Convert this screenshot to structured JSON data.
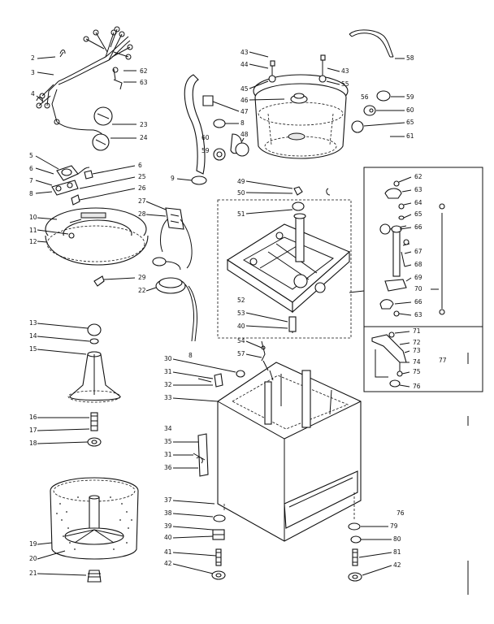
{
  "labels": {
    "l2": "2",
    "l3": "3",
    "l4": "4",
    "l62a": "62",
    "l63a": "63",
    "l23": "23",
    "l24": "24",
    "l43a": "43",
    "l44": "44",
    "l45": "45",
    "l46": "46",
    "l43b": "43",
    "l55": "55",
    "l56": "56",
    "l58": "58",
    "l59": "59",
    "l60": "60",
    "l65a": "65",
    "l61": "61",
    "l47": "47",
    "l48": "48",
    "l8a": "8",
    "l9": "9",
    "l5": "5",
    "l6": "6",
    "l7": "7",
    "l8b": "8",
    "l6b": "6",
    "l25": "25",
    "l26": "26",
    "l27": "27",
    "l28": "28",
    "l10": "10",
    "l11": "11",
    "l12": "12",
    "l29": "29",
    "l22": "22",
    "l49": "49",
    "l50": "50",
    "l51": "51",
    "l52": "52",
    "l53": "53",
    "l40a": "40",
    "l62b": "62",
    "l63b": "63",
    "l64": "64",
    "l65b": "65",
    "l66a": "66",
    "l67": "67",
    "l68": "68",
    "l69": "69",
    "l70": "70",
    "l66b": "66",
    "l63c": "63",
    "l71": "71",
    "l72": "72",
    "l73": "73",
    "l74": "74",
    "l75": "75",
    "l76a": "76",
    "l77": "77",
    "l13": "13",
    "l14": "14",
    "l15": "15",
    "l16": "16",
    "l17": "17",
    "l18": "18",
    "l19": "19",
    "l20": "20",
    "l21": "21",
    "l54": "54",
    "l57": "57",
    "l8c": "8",
    "l30": "30",
    "l31a": "31",
    "l32": "32",
    "l33": "33",
    "l34": "34",
    "l35": "35",
    "l31b": "31",
    "l36": "36",
    "l37": "37",
    "l38": "38",
    "l39": "39",
    "l40b": "40",
    "l41": "41",
    "l42a": "42",
    "l76b": "76",
    "l79": "79",
    "l80": "80",
    "l81": "81",
    "l42b": "42"
  }
}
